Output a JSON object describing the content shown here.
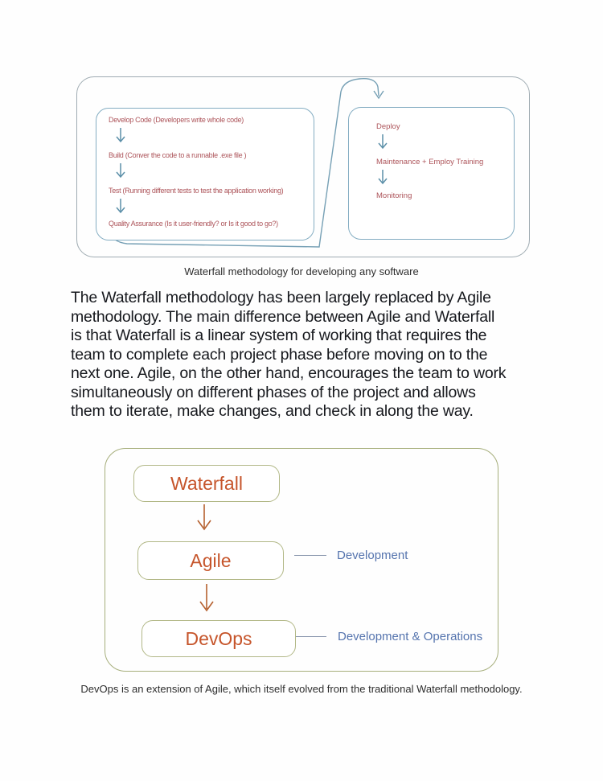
{
  "figure1": {
    "caption": "Waterfall methodology for developing any software",
    "left_steps": [
      "Develop Code (Developers write whole code)",
      "Build (Conver the code to a runnable .exe file )",
      "Test (Running different tests to test the application working)",
      "Quality Assurance (Is it user-friendly? or Is it good to go?)"
    ],
    "right_steps": [
      "Deploy",
      "Maintenance + Employ Training",
      "Monitoring"
    ],
    "colors": {
      "step_text": "#ad545a",
      "flow_arrow": "#5b8fa8",
      "inner_box_border": "#84adc2",
      "outer_box_border": "#9fabb2",
      "connector": "#76a0b5"
    }
  },
  "paragraph_lines": [
    "The Waterfall methodology has been largely replaced by Agile",
    "methodology. The main difference between Agile and Waterfall",
    "is that Waterfall is a linear system of working that requires the",
    "team to complete each project phase before moving on to the",
    "next one. Agile, on the other hand, encourages the team to work",
    "simultaneously on different phases of the project and allows",
    "them to iterate, make changes, and check in along the way."
  ],
  "figure2": {
    "nodes": [
      "Waterfall",
      "Agile",
      "DevOps"
    ],
    "side_labels": [
      "Development",
      "Development & Operations"
    ],
    "caption": "DevOps is an extension of Agile, which itself evolved from the traditional Waterfall methodology.",
    "colors": {
      "node_text": "#c6552b",
      "node_border": "#b2b887",
      "outer_border": "#a6ae7b",
      "arrow": "#b5602f",
      "label_line": "#8593aa",
      "label_text": "#5574ae"
    }
  }
}
